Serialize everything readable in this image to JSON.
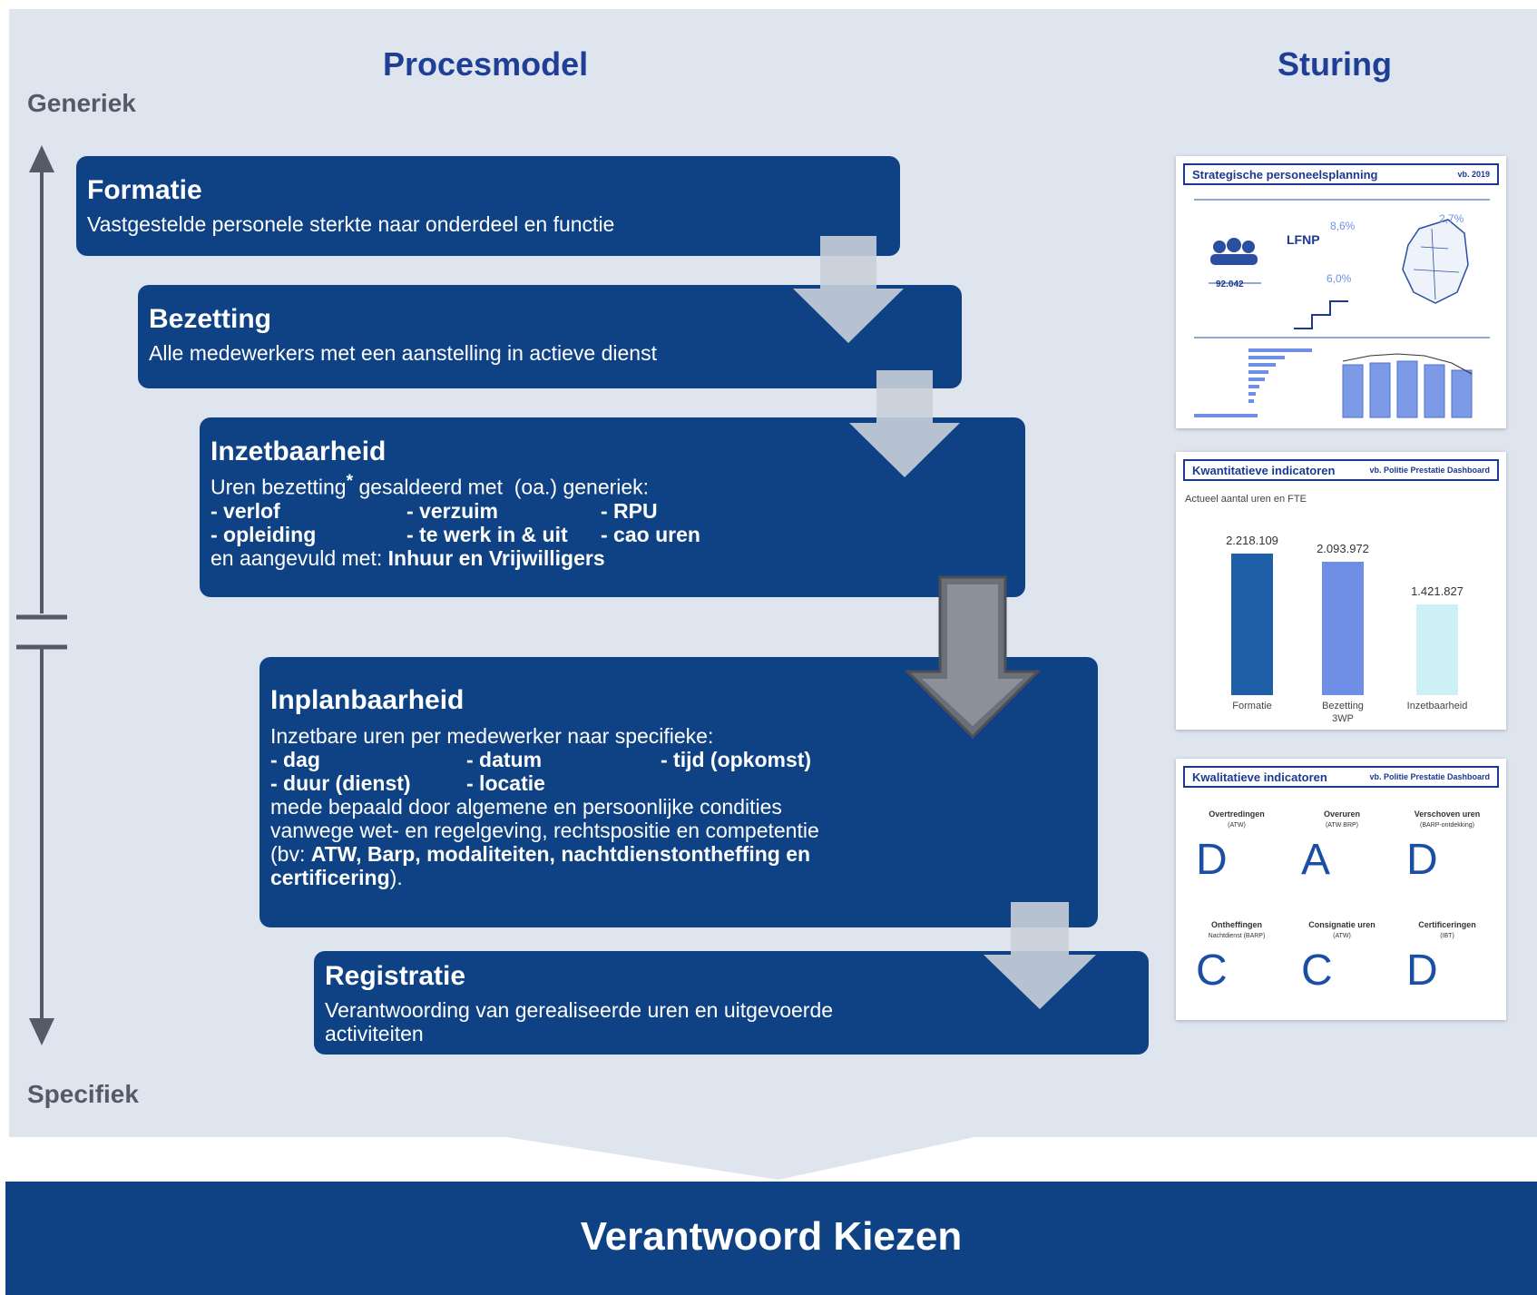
{
  "header": {
    "procesmodel": "Procesmodel",
    "sturing": "Sturing",
    "generiek": "Generiek",
    "specifiek": "Specifiek"
  },
  "steps": {
    "formatie": {
      "title": "Formatie",
      "text": "Vastgestelde personele sterkte naar onderdeel en functie"
    },
    "bezetting": {
      "title": "Bezetting",
      "text": "Alle medewerkers met een aanstelling in actieve dienst"
    },
    "inzetbaarheid": {
      "title": "Inzetbaarheid",
      "line1_pre": "Uren bezetting",
      "star": "*",
      "line1_post": " gesaldeerd met  (oa.) generiek:",
      "items": [
        "- verlof",
        "- verzuim",
        "- RPU",
        "- opleiding",
        "- te werk in & uit",
        "- cao uren"
      ],
      "line_last_pre": "en aangevuld met: ",
      "line_last_bold": "Inhuur en Vrijwilligers"
    },
    "inplanbaarheid": {
      "title": "Inplanbaarheid",
      "line1": "Inzetbare uren per medewerker naar specifieke:",
      "items": [
        "- dag",
        "- datum",
        "- tijd (opkomst)",
        "- duur (dienst)",
        "- locatie"
      ],
      "line2": "mede bepaald door algemene en persoonlijke condities",
      "line3": "vanwege wet- en regelgeving, rechtspositie en competentie",
      "line4_pre": "(bv: ",
      "line4_bold": "ATW, Barp, modaliteiten, nachtdienstontheffing en",
      "line5_bold": "certificering",
      "line5_post": ")."
    },
    "registratie": {
      "title": "Registratie",
      "line1": "Verantwoording van gerealiseerde uren en uitgevoerde",
      "line2": "activiteiten"
    }
  },
  "dashboards": {
    "strategic": {
      "title": "Strategische personeelsplanning",
      "tag": "vb. 2019",
      "kpi_total": "92.042",
      "kpi_lfnp": "LFNP",
      "pct1": "8,6%",
      "pct2": "6,0%",
      "pct3": "2,7%"
    },
    "quantitative": {
      "title": "Kwantitatieve indicatoren",
      "tag": "vb. Politie Prestatie Dashboard",
      "subtitle": "Actueel aantal uren en FTE",
      "bars": [
        {
          "value_label": "2.218.109",
          "category": "Formatie",
          "value": 2218109,
          "color": "#1f5fa8"
        },
        {
          "value_label": "2.093.972",
          "category": "Bezetting",
          "category2": "3WP",
          "value": 2093972,
          "color": "#6f8fe6"
        },
        {
          "value_label": "1.421.827",
          "category": "Inzetbaarheid",
          "value": 1421827,
          "color": "#ccf0f4"
        }
      ]
    },
    "qualitative": {
      "title": "Kwalitatieve indicatoren",
      "tag": "vb. Politie Prestatie Dashboard",
      "cells": [
        {
          "label": "Overtredingen",
          "label2": "(ATW)",
          "grade": "D"
        },
        {
          "label": "Overuren",
          "label2": "(ATW BRP)",
          "grade": "A"
        },
        {
          "label": "Verschoven uren",
          "label2": "(BARP-ontdekking)",
          "grade": "D"
        },
        {
          "label": "Ontheffingen",
          "label2": "Nachtdienst (BARP)",
          "grade": "C"
        },
        {
          "label": "Consignatie uren",
          "label2": "(ATW)",
          "grade": "C"
        },
        {
          "label": "Certificeringen",
          "label2": "(IBT)",
          "grade": "D"
        }
      ]
    }
  },
  "footer": {
    "title": "Verantwoord Kiezen"
  }
}
